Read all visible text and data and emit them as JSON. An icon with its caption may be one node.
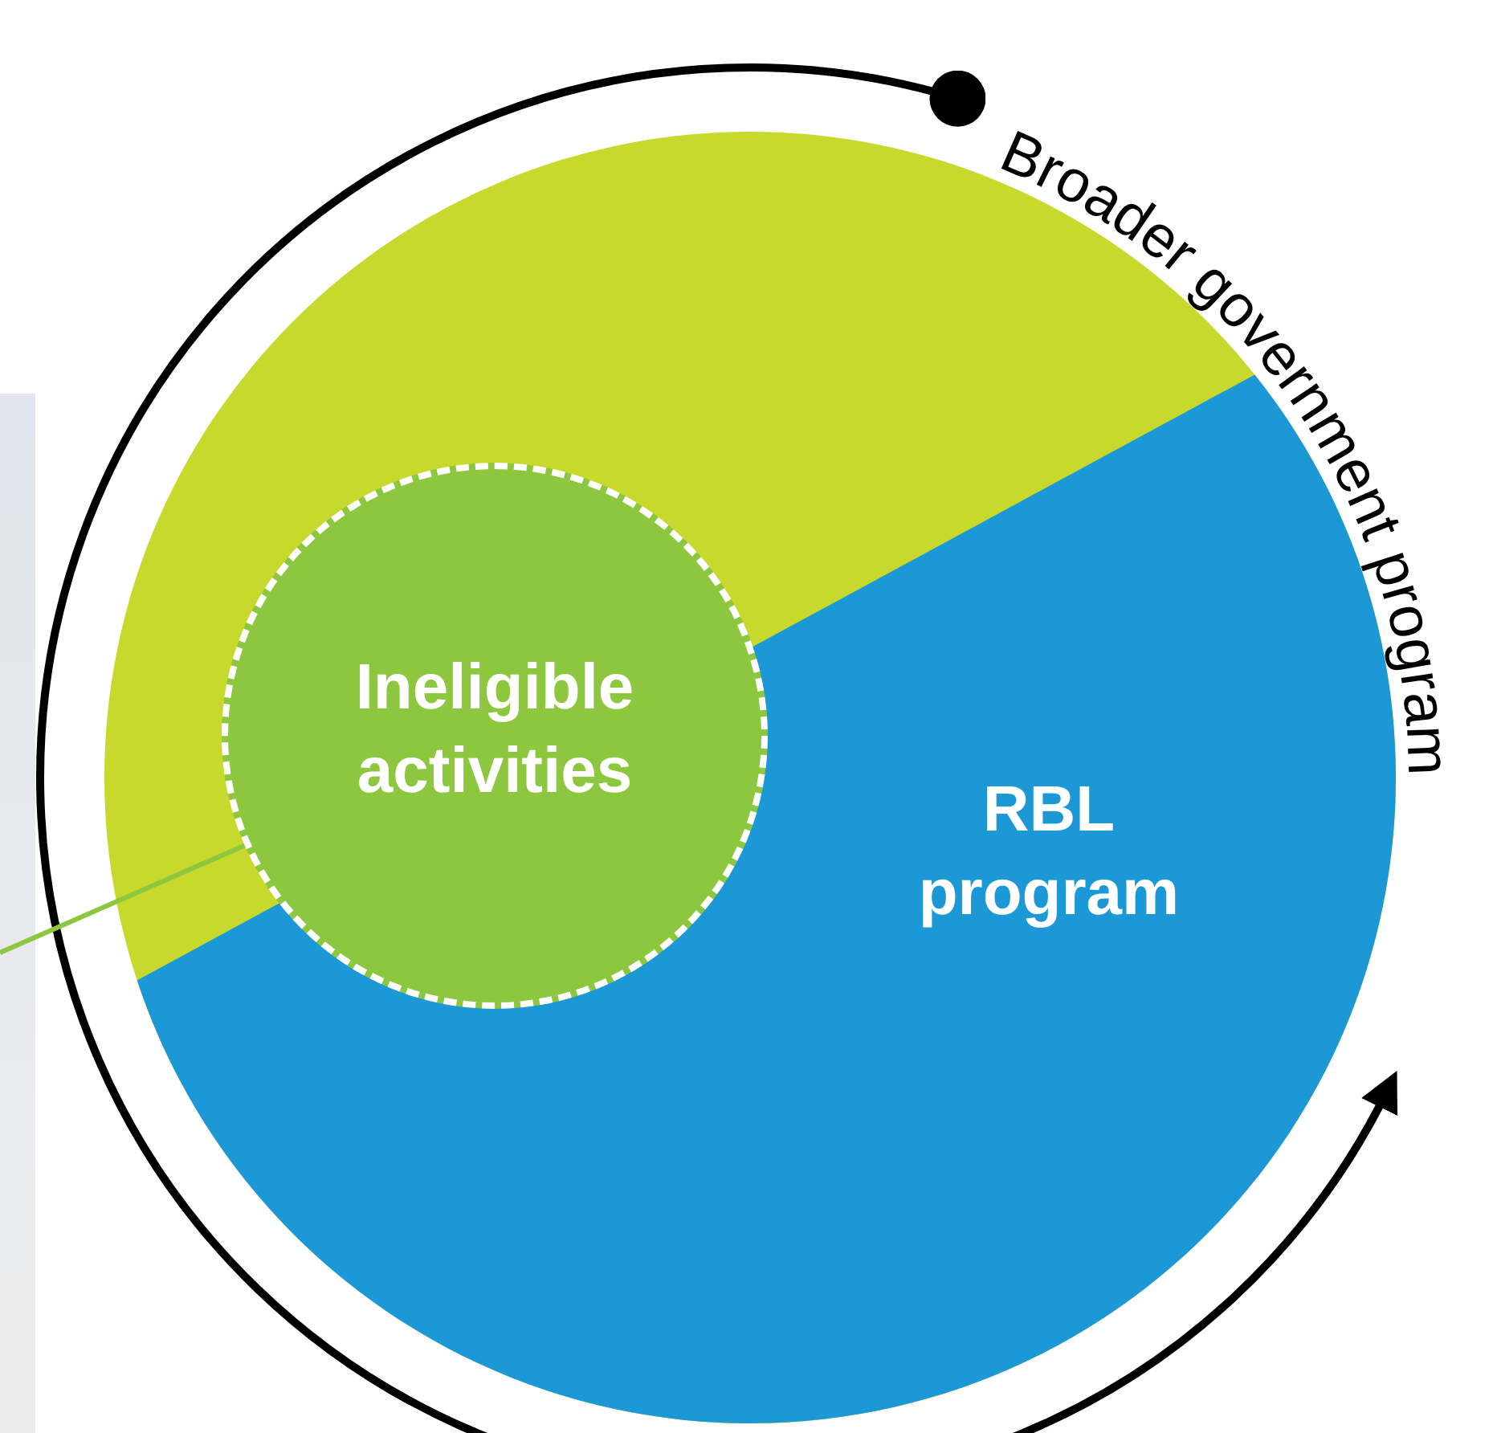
{
  "diagram": {
    "nodes": [
      {
        "text": [
          "Broader government program"
        ]
      },
      {
        "text": [
          "RBL program"
        ],
        "in": 0
      },
      {
        "text": [
          "Ineligible activities"
        ],
        "in": 0
      }
    ],
    "edges": [
      {
        "from": null,
        "to": 2,
        "arrow": "none"
      }
    ]
  }
}
